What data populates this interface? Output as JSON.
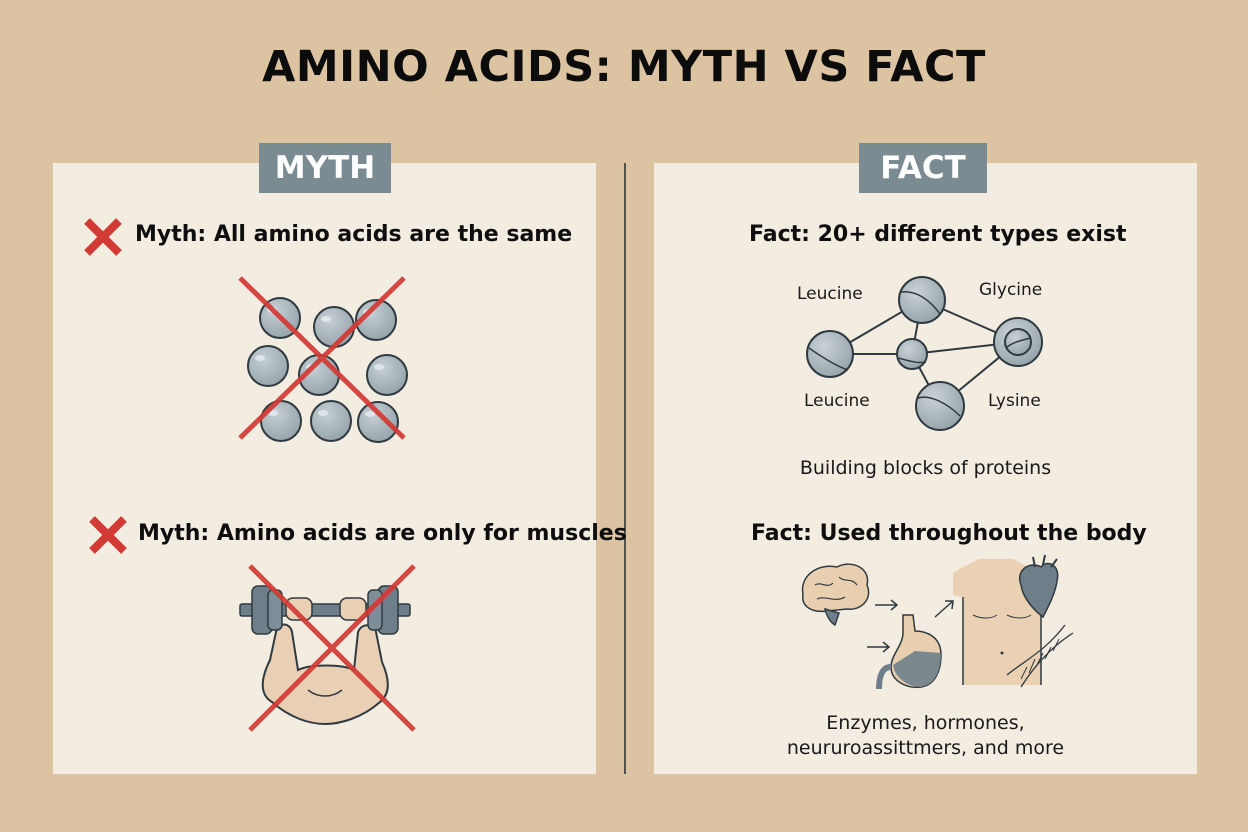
{
  "title": "AMINO ACIDS: MYTH VS FACT",
  "colors": {
    "background": "#dcc3a2",
    "panel": "#f3ece1",
    "tag": "#7b8b92",
    "cross": "#d23a35",
    "sphere": "#a9b5bb",
    "outline": "#2f3a40"
  },
  "myth": {
    "tag": "MYTH",
    "items": [
      {
        "icon": "red-x-icon",
        "text": "Myth: All amino acids are the same",
        "illustration": "identical-spheres-crossed-out"
      },
      {
        "icon": "red-x-icon",
        "text": "Myth: Amino acids are only for muscles",
        "illustration": "dumbbell-arms-crossed-out"
      }
    ]
  },
  "fact": {
    "tag": "FACT",
    "items": [
      {
        "text": "Fact: 20+ different types exist",
        "diagram_labels": [
          "Leucine",
          "Glycine",
          "Leucine",
          "Lysine"
        ],
        "caption": "Building blocks of proteins"
      },
      {
        "text": "Fact: Used throughout the body",
        "caption_lines": [
          "Enzymes, hormones,",
          "neururoassittmers, and more"
        ]
      }
    ]
  }
}
